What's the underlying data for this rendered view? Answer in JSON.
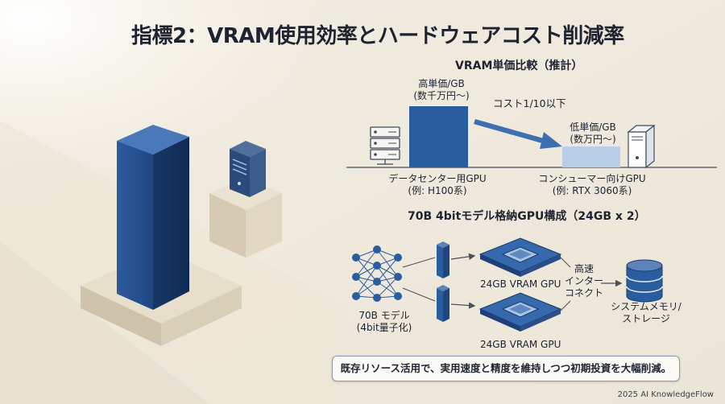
{
  "title": "指標2：VRAM使用効率とハードウェアコスト削減率",
  "cost_comparison": {
    "heading": "VRAM単価比較（推計）",
    "high_price_line1": "高単価/GB",
    "high_price_line2": "(数千万円〜)",
    "arrow_label": "コスト1/10以下",
    "low_price_line1": "低単価/GB",
    "low_price_line2": "(数万円〜)",
    "datacenter_line1": "データセンター用GPU",
    "datacenter_line2": "(例: H100系)",
    "consumer_line1": "コンシューマー向けGPU",
    "consumer_line2": "(例: RTX 3060系)",
    "colors": {
      "high_bar": "#2a5ca0",
      "low_bar": "#b9cfe8",
      "arrow": "#3f6fb0"
    }
  },
  "gpu_config": {
    "heading": "70B 4bitモデル格納GPU構成（24GB x 2）",
    "model_line1": "70B モデル",
    "model_line2": "(4bit量子化)",
    "gpu_top_label": "24GB VRAM GPU",
    "gpu_bottom_label": "24GB VRAM GPU",
    "interconnect_line1": "高速",
    "interconnect_line2": "インター",
    "interconnect_line3": "コネクト",
    "memory_line1": "システムメモリ/",
    "memory_line2": "ストレージ"
  },
  "callout": "既存リソース活用で、実用速度と精度を維持しつつ初期投資を大幅削減。",
  "footer": "2025 AI KnowledgeFlow"
}
